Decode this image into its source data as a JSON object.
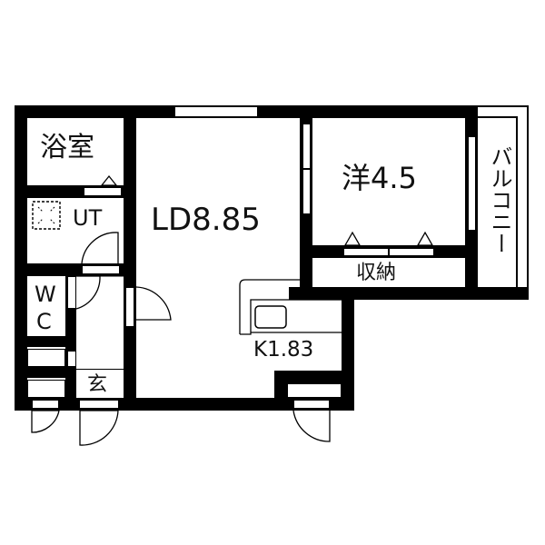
{
  "floor_plan": {
    "rooms": [
      {
        "id": "bath",
        "label": "浴室"
      },
      {
        "id": "ut",
        "label": "UT"
      },
      {
        "id": "wc",
        "label_line1": "W",
        "label_line2": "C"
      },
      {
        "id": "genkan",
        "label": "玄"
      },
      {
        "id": "ld",
        "label": "LD8.85"
      },
      {
        "id": "kitchen",
        "label": "K1.83"
      },
      {
        "id": "western",
        "label": "洋4.5"
      },
      {
        "id": "storage",
        "label": "収納"
      },
      {
        "id": "balcony",
        "label": "バルコニー"
      }
    ],
    "colors": {
      "wall": "#000000",
      "background": "#ffffff",
      "line": "#000000"
    }
  }
}
